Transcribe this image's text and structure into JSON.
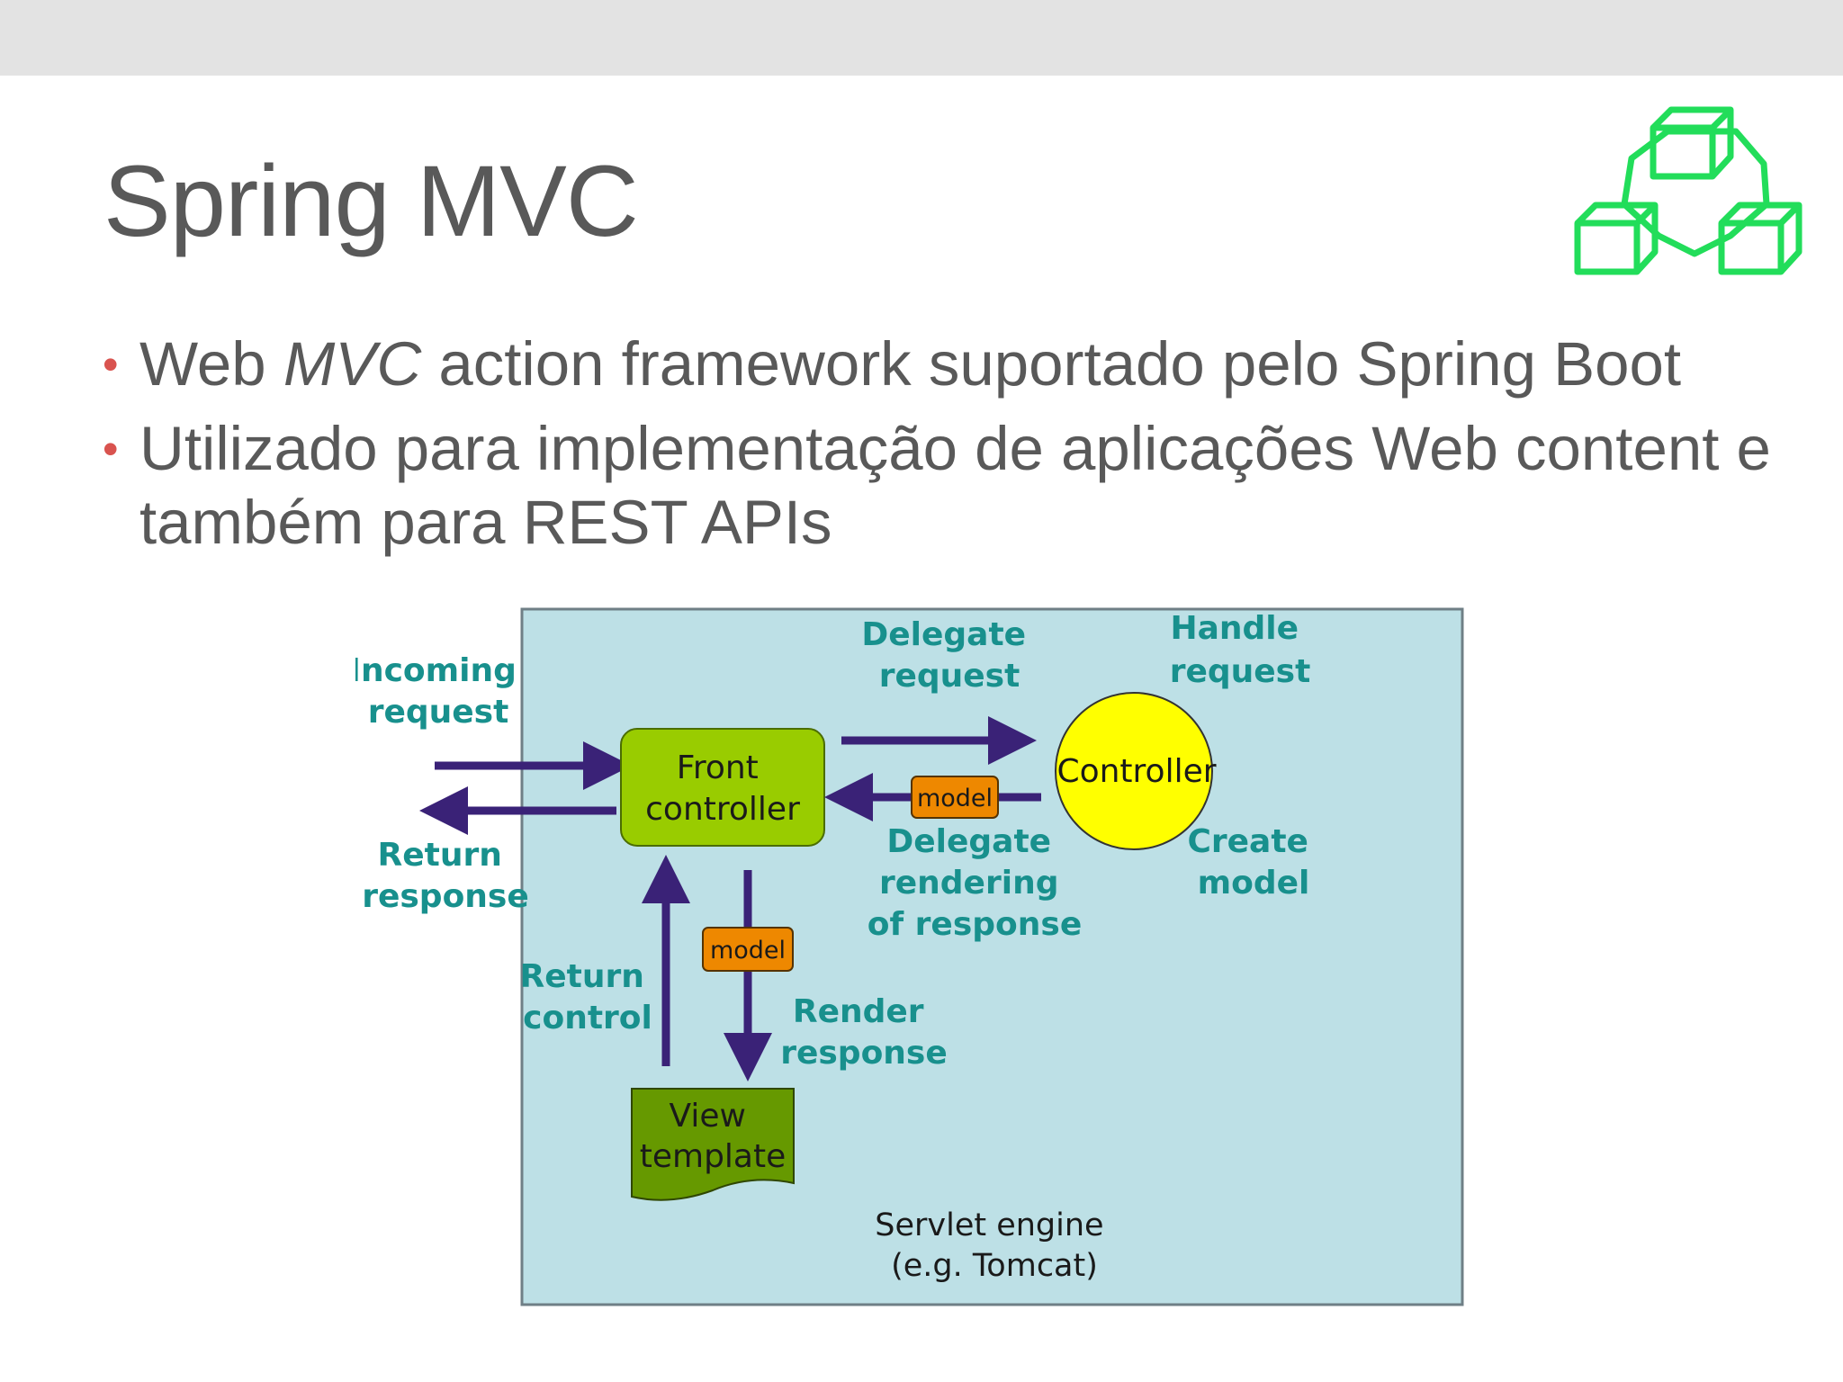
{
  "slide": {
    "title": "Spring MVC",
    "bullets": [
      {
        "pre": "Web ",
        "em": "MVC",
        "post": " action framework suportado pelo Spring Boot"
      },
      {
        "pre": "Utilizado para implementação de aplicações Web content e também para REST APIs",
        "em": "",
        "post": ""
      }
    ],
    "bullet_marker": "•"
  },
  "logo": {
    "icon": "spring-cubes-logo",
    "color": "#22dd5a"
  },
  "diagram": {
    "outside": {
      "incoming": [
        "Incoming",
        "request"
      ],
      "return_response": [
        "Return",
        "response"
      ]
    },
    "front_controller": [
      "Front",
      "controller"
    ],
    "controller": "Controller",
    "model_badge": "model",
    "delegate_request": [
      "Delegate",
      "request"
    ],
    "handle_request": [
      "Handle",
      "request"
    ],
    "delegate_rendering": [
      "Delegate",
      "rendering",
      "of response"
    ],
    "create_model": [
      "Create",
      "model"
    ],
    "return_control": [
      "Return",
      "control"
    ],
    "render_response": [
      "Render",
      "response"
    ],
    "view_template": [
      "View",
      "template"
    ],
    "servlet_engine": [
      "Servlet engine",
      "(e.g. Tomcat)"
    ],
    "colors": {
      "engine_bg": "#bde0e6",
      "label": "#18908d",
      "arrow": "#3a2277",
      "front_controller": "#99cc00",
      "controller": "#ffff00",
      "model": "#ee8800",
      "view_template": "#669900"
    }
  }
}
